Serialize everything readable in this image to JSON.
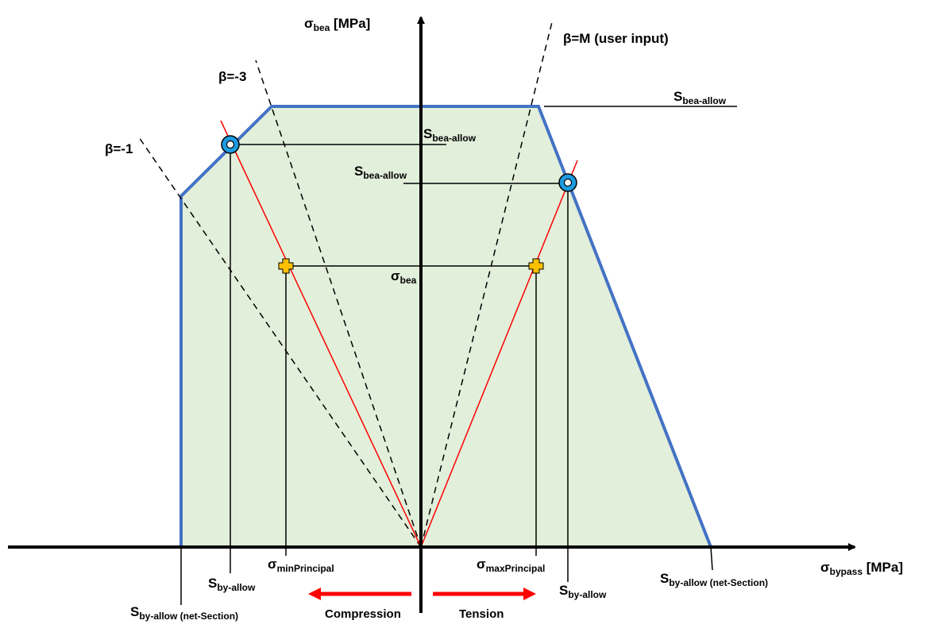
{
  "axes": {
    "y_label_main": "σ",
    "y_label_sub": "bea",
    "y_label_unit": " [MPa]",
    "x_label_main": "σ",
    "x_label_sub": "bypass",
    "x_label_unit": " [MPa]"
  },
  "lines": {
    "beta_m": "β=M (user input)",
    "beta_minus3": "β=-3",
    "beta_minus1": "β=-1"
  },
  "labels": {
    "s_main": "S",
    "bea_allow_sub": "bea-allow",
    "by_allow_sub": "by-allow",
    "by_allow_net_sub": "by-allow (net-Section)",
    "sigma": "σ",
    "sigma_bea_sub": "bea",
    "min_principal_sub": "minPrincipal",
    "max_principal_sub": "maxPrincipal",
    "compression": "Compression",
    "tension": "Tension"
  },
  "colors": {
    "envelope": "#4472c4",
    "fill": "#e2efda",
    "load_line": "#ff0000",
    "marker_allow": "#1e9be0",
    "marker_load": "#ffc000",
    "arrow": "#ff0000"
  }
}
